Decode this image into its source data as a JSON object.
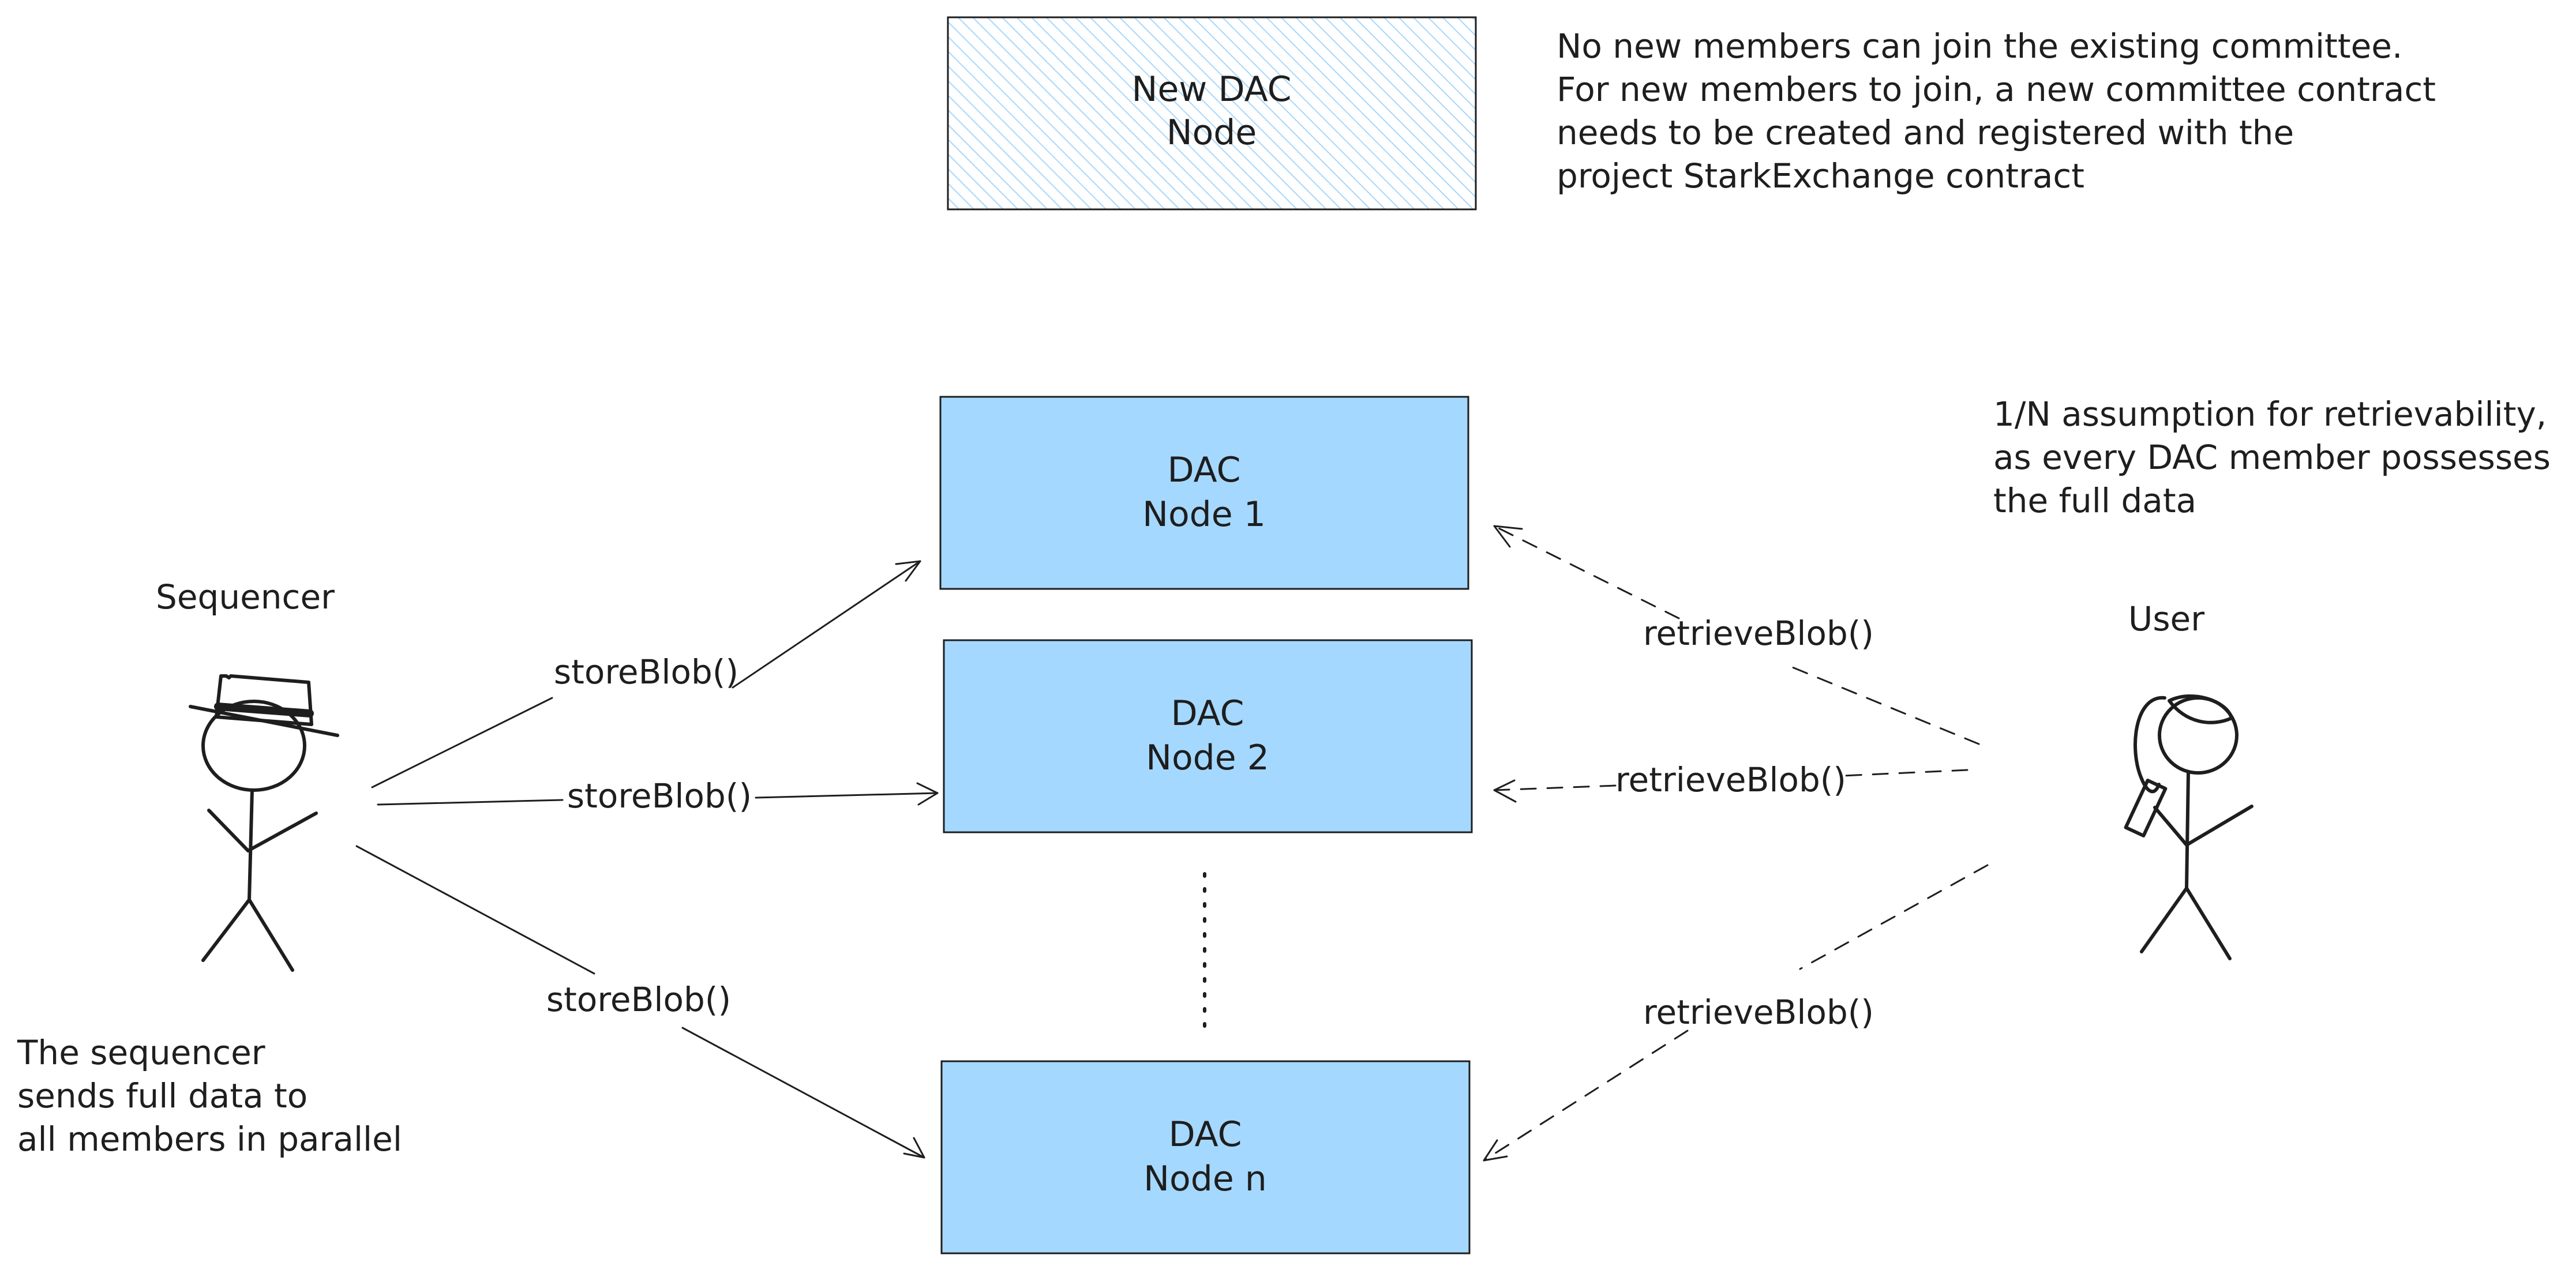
{
  "colors": {
    "node_fill": "#a5d8ff",
    "new_node_hatch": "#a5d8ff",
    "stroke": "#1e1e1e",
    "background": "#ffffff"
  },
  "new_node": {
    "line1": "New DAC",
    "line2": "Node"
  },
  "committee_note": {
    "lines": [
      "No new members can join the existing committee.",
      "For new members to join, a new committee contract",
      "needs to be created and registered with the",
      "project StarkExchange contract"
    ]
  },
  "nodes": [
    {
      "line1": "DAC",
      "line2": "Node 1"
    },
    {
      "line1": "DAC",
      "line2": "Node 2"
    },
    {
      "line1": "DAC",
      "line2": "Node n"
    }
  ],
  "sequencer": {
    "label": "Sequencer",
    "icon": "stick-figure-with-hat-icon",
    "note_lines": [
      "The sequencer",
      "sends full data to",
      "all members in parallel"
    ]
  },
  "user": {
    "label": "User",
    "icon": "stick-figure-with-phone-icon",
    "note_lines": [
      "1/N assumption for retrievability,",
      "as every DAC member possesses",
      "the full data"
    ]
  },
  "store_arrows": [
    {
      "label": "storeBlob()"
    },
    {
      "label": "storeBlob()"
    },
    {
      "label": "storeBlob()"
    }
  ],
  "retrieve_arrows": [
    {
      "label": "retrieveBlob()"
    },
    {
      "label": "retrieveBlob()"
    },
    {
      "label": "retrieveBlob()"
    }
  ]
}
